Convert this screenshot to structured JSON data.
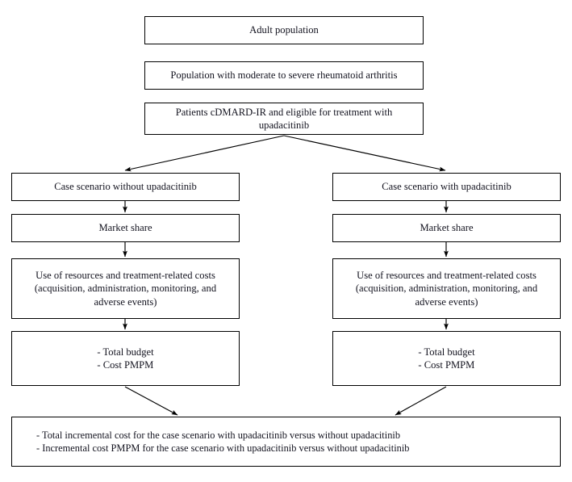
{
  "figure": {
    "type": "flowchart",
    "orientation": "top-down",
    "background_color": "#ffffff",
    "line_color": "#000000",
    "text_color": "#13131f"
  },
  "nodes": {
    "adult_population": "Adult population",
    "population_ra": "Population with moderate to severe rheumatoid arthritis",
    "eligible_patients": "Patients cDMARD-IR and eligible for treatment with\nupadacitinib",
    "case_without": "Case scenario without upadacitinib",
    "case_with": "Case scenario with upadacitinib",
    "market_share_left": "Market share",
    "market_share_right": "Market share",
    "resources_left": "Use of resources and treatment-related costs\n(acquisition, administration, monitoring, and\nadverse events)",
    "resources_right": "Use of resources and treatment-related costs\n(acquisition, administration, monitoring, and\nadverse events)",
    "budget_left": "- Total budget\n- Cost PMPM",
    "budget_right": "- Total budget\n- Cost PMPM",
    "incremental": "- Total incremental cost for the case scenario with upadacitinib versus without upadacitinib\n- Incremental cost PMPM for the case scenario with upadacitinib versus without upadacitinib"
  },
  "edges": [
    {
      "name": "eligible-to-case-without",
      "from": "eligible_patients",
      "to": "case_without",
      "style": "diagonal-arrow"
    },
    {
      "name": "eligible-to-case-with",
      "from": "eligible_patients",
      "to": "case_with",
      "style": "diagonal-arrow"
    },
    {
      "name": "case-without-to-market-share-left",
      "from": "case_without",
      "to": "market_share_left",
      "style": "vertical-arrow"
    },
    {
      "name": "market-share-left-to-resources-left",
      "from": "market_share_left",
      "to": "resources_left",
      "style": "vertical-arrow"
    },
    {
      "name": "resources-left-to-budget-left",
      "from": "resources_left",
      "to": "budget_left",
      "style": "vertical-arrow"
    },
    {
      "name": "case-with-to-market-share-right",
      "from": "case_with",
      "to": "market_share_right",
      "style": "vertical-arrow"
    },
    {
      "name": "market-share-right-to-resources-right",
      "from": "market_share_right",
      "to": "resources_right",
      "style": "vertical-arrow"
    },
    {
      "name": "resources-right-to-budget-right",
      "from": "resources_right",
      "to": "budget_right",
      "style": "vertical-arrow"
    },
    {
      "name": "budget-left-to-incremental",
      "from": "budget_left",
      "to": "incremental",
      "style": "diagonal-arrow"
    },
    {
      "name": "budget-right-to-incremental",
      "from": "budget_right",
      "to": "incremental",
      "style": "diagonal-arrow"
    }
  ]
}
